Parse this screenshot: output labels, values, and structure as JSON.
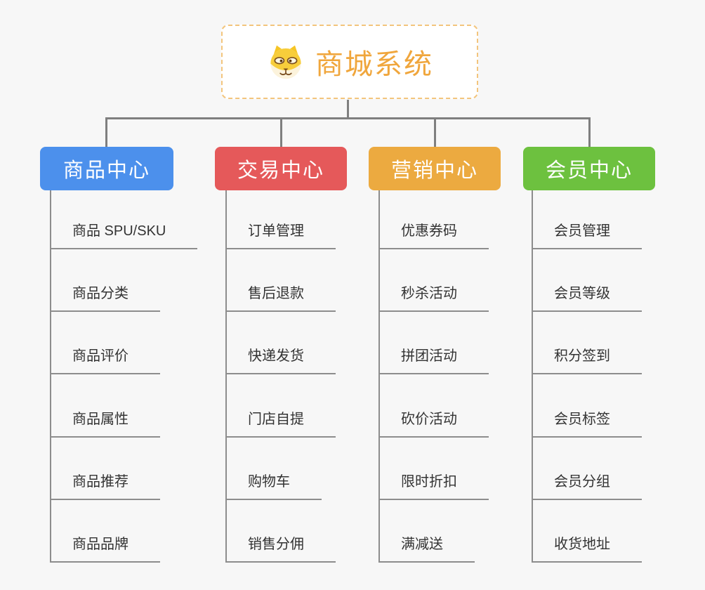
{
  "page": {
    "background": "#f7f7f7",
    "connector_color": "#7f7f7f",
    "underline_color": "#8d8d8d"
  },
  "root": {
    "title": "商城系统",
    "icon": "doge-icon",
    "text_color": "#f0a63c",
    "border_color": "#f3c57d"
  },
  "branches": [
    {
      "label": "商品中心",
      "color": "#4c90ec",
      "items": [
        "商品 SPU/SKU",
        "商品分类",
        "商品评价",
        "商品属性",
        "商品推荐",
        "商品品牌"
      ]
    },
    {
      "label": "交易中心",
      "color": "#e5595a",
      "items": [
        "订单管理",
        "售后退款",
        "快递发货",
        "门店自提",
        "购物车",
        "销售分佣"
      ]
    },
    {
      "label": "营销中心",
      "color": "#ecaa40",
      "items": [
        "优惠券码",
        "秒杀活动",
        "拼团活动",
        "砍价活动",
        "限时折扣",
        "满减送"
      ]
    },
    {
      "label": "会员中心",
      "color": "#6dc13f",
      "items": [
        "会员管理",
        "会员等级",
        "积分签到",
        "会员标签",
        "会员分组",
        "收货地址"
      ]
    }
  ]
}
